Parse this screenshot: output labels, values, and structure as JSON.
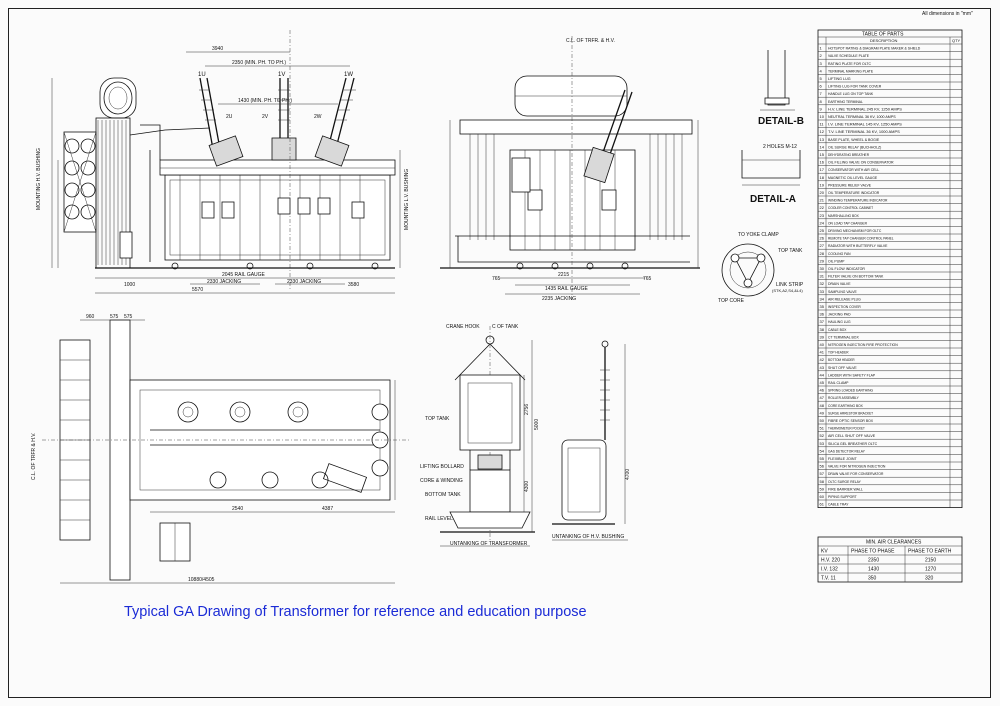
{
  "caption": "Typical GA Drawing of Transformer for reference and education purpose",
  "dims_note": "All dimensions in \"mm\"",
  "caption_color": "#1b2bd6",
  "elevation_front": {
    "bushing_labels": [
      "1U",
      "1V",
      "1W",
      "2U",
      "2V",
      "2W"
    ],
    "dims": {
      "phase_top": "2350 (MIN. PH. TO PH.)",
      "phase_mid": "1430 (MIN. PH. TO PH.)",
      "overall_top": "3940",
      "rail_gauge": "2045 RAIL GAUGE",
      "jacking_left": "2330 JACKING",
      "jacking_right": "2330 JACKING",
      "overall_bottom": "5570",
      "bottom_left": "1000",
      "bottom_mid": "3580"
    },
    "side_labels": {
      "left": "MOUNTING H.V. BUSHING",
      "right": "MOUNTING L.V. BUSHING"
    }
  },
  "elevation_side": {
    "dims": {
      "center": "2215",
      "rail": "1435 RAIL GAUGE",
      "jacking": "2235 JACKING",
      "left": "765",
      "right": "765"
    },
    "top_label": "C.L. OF TRFR. & H.V."
  },
  "detail_b": {
    "title": "DETAIL-B"
  },
  "detail_a": {
    "title": "DETAIL-A",
    "note": "2 HOLES M-12"
  },
  "core_detail": {
    "to_yoke_clamp": "TO YOKE CLAMP",
    "top_tank": "TOP TANK",
    "link_strip": "LINK STRIP",
    "link_code": "(STK,A2,S4,&L4)",
    "top_core": "TOP CORE"
  },
  "plan_view": {
    "dims": {
      "top_left": "960",
      "top_a": "575",
      "top_b": "575",
      "bottom_left": "2540",
      "bottom_right": "4387",
      "overall": "10880/4505"
    },
    "center_label": "C.L. OF TRFR & H.V."
  },
  "untanking_transformer": {
    "crane_hook": "CRANE HOOK",
    "of_tank": "C OF TANK",
    "top_tank": "TOP TANK",
    "lifting_bollard": "LIFTING BOLLARD",
    "core_winding": "CORE & WINDING",
    "bottom_tank": "BOTTOM TANK",
    "rail_level": "RAIL LEVEL",
    "caption": "UNTANKING OF TRANSFORMER",
    "dim_a": "2756",
    "dim_b": "5000",
    "dim_c": "4300"
  },
  "untanking_bushing": {
    "caption": "UNTANKING OF H.V. BUSHING",
    "dim": "4700"
  },
  "parts_table": {
    "title": "TABLE OF PARTS",
    "col_desc": "DESCRIPTION",
    "col_qty": "QTY",
    "rows": [
      "HOTSPOT RATING & DIAGRAM PLATE MAKER & SHIELD",
      "VALVE SCHEDULE PLATE",
      "RATING PLATE FOR OLTC",
      "TERMINAL MARKING PLATE",
      "LIFTING LUG",
      "LIFTING LUG FOR TANK COVER",
      "HANDLE LUG ON TOP TANK",
      "EARTHING TERMINAL",
      "H.V. LINE TERMINAL 245 KV, 1250 AMPS",
      "NEUTRAL TERMINAL 36 KV, 1000 AMPS",
      "I.V. LINE TERMINAL 145 KV, 1250 AMPS",
      "T.V. LINE TERMINAL 36 KV, 1000 AMPS",
      "BASE PLATE, WHEEL & BOGIE",
      "OIL SURGE RELAY (BUCHHOLZ)",
      "DEHYDRATING BREATHER",
      "OIL FILLING VALVE ON CONSERVATOR",
      "CONSERVATOR WITH AIR CELL",
      "MAGNETIC OIL LEVEL GAUGE",
      "PRESSURE RELIEF VALVE",
      "OIL TEMPERATURE INDICATOR",
      "WINDING TEMPERATURE INDICATOR",
      "COOLER CONTROL CABINET",
      "MARSHALLING BOX",
      "ON LOAD TAP CHANGER",
      "DRIVING MECHANISM FOR OLTC",
      "REMOTE TAP CHANGER CONTROL PANEL",
      "RADIATOR WITH BUTTERFLY VALVE",
      "COOLING FAN",
      "OIL PUMP",
      "OIL FLOW INDICATOR",
      "FILTER VALVE ON BOTTOM TANK",
      "DRAIN VALVE",
      "SAMPLING VALVE",
      "AIR RELEASE PLUG",
      "INSPECTION COVER",
      "JACKING PAD",
      "HAULING LUG",
      "CABLE BOX",
      "CT TERMINAL BOX",
      "NITROGEN INJECTION FIRE PROTECTION",
      "TOP HEADER",
      "BOTTOM HEADER",
      "SHUT OFF VALVE",
      "LADDER WITH SAFETY FLAP",
      "RAIL CLAMP",
      "SPRING LOADED EARTHING",
      "ROLLER ASSEMBLY",
      "CORE EARTHING BOX",
      "SURGE ARRESTOR BRACKET",
      "FIBRE OPTIC SENSOR BOX",
      "THERMOMETER POCKET",
      "AIR CELL SHUT OFF VALVE",
      "SILICA GEL BREATHER OLTC",
      "GAS DETECTOR RELAY",
      "FLEXIBLE JOINT",
      "VALVE FOR NITROGEN INJECTION",
      "DRAIN VALVE FOR CONSERVATOR",
      "OLTC SURGE RELAY",
      "FIRE BARRIER WALL",
      "PIPING SUPPORT",
      "CABLE TRAY"
    ]
  },
  "clearance_table": {
    "title": "MIN. AIR CLEARANCES",
    "headers": [
      "KV",
      "PHASE TO PHASE",
      "PHASE TO EARTH"
    ],
    "rows": [
      [
        "H.V. 220",
        "2350",
        "2150"
      ],
      [
        "I.V. 132",
        "1430",
        "1270"
      ],
      [
        "T.V. 11",
        "350",
        "320"
      ]
    ]
  }
}
